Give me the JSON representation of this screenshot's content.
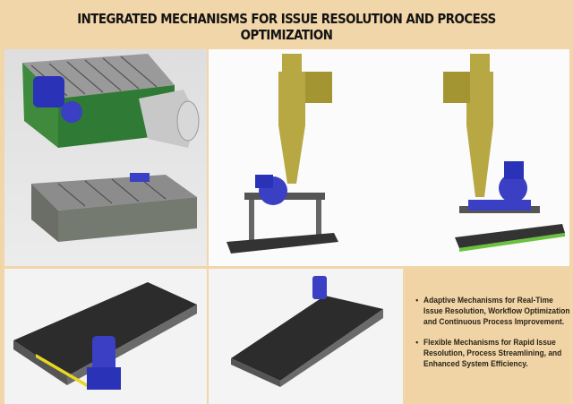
{
  "title": "INTEGRATED MECHANISMS FOR ISSUE RESOLUTION AND PROCESS OPTIMIZATION",
  "bullets": [
    "Adaptive Mechanisms for Real-Time Issue Resolution, Workflow Optimization, and Continuous Process Improvement.",
    "Flexible Mechanisms for Rapid Issue Resolution, Process Streamlining, and Enhanced System Efficiency."
  ],
  "colors": {
    "background": "#f1d6a9",
    "cyclone": "#b8a843",
    "motor": "#3a3fc4",
    "frame": "#2f7a35",
    "conveyor": "#3c3c3c"
  }
}
